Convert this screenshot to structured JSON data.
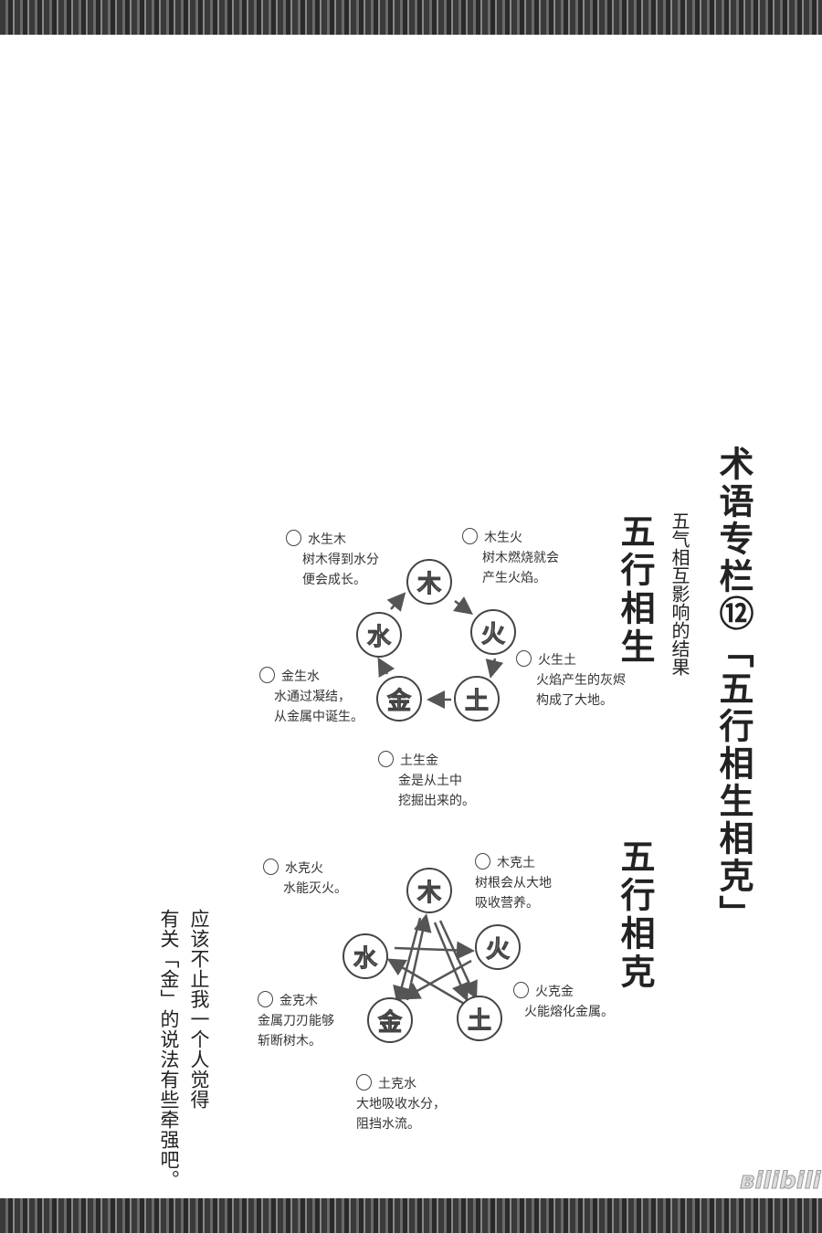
{
  "title": "术语专栏⑫「五行相生相克」",
  "subtitle": "五气相互影响的结果",
  "sheng": {
    "heading": "五行相生",
    "elements": {
      "wood": "木",
      "fire": "火",
      "earth": "土",
      "metal": "金",
      "water": "水"
    },
    "notes": [
      {
        "head": "水生木",
        "body": [
          "树木得到水分",
          "便会成长。"
        ]
      },
      {
        "head": "木生火",
        "body": [
          "树木燃烧就会",
          "产生火焰。"
        ]
      },
      {
        "head": "火生土",
        "body": [
          "火焰产生的灰烬",
          "构成了大地。"
        ]
      },
      {
        "head": "金生水",
        "body": [
          "水通过凝结，",
          "从金属中诞生。"
        ]
      },
      {
        "head": "土生金",
        "body": [
          "金是从土中",
          "挖掘出来的。"
        ]
      }
    ]
  },
  "ke": {
    "heading": "五行相克",
    "elements": {
      "wood": "木",
      "fire": "火",
      "earth": "土",
      "metal": "金",
      "water": "水"
    },
    "notes": [
      {
        "head": "水克火",
        "body": [
          "水能灭火。"
        ]
      },
      {
        "head": "木克土",
        "body": [
          "树根会从大地",
          "吸收营养。"
        ]
      },
      {
        "head": "火克金",
        "body": [
          "火能熔化金属。"
        ]
      },
      {
        "head": "金克木",
        "body": [
          "金属刀刃能够",
          "斩断树木。"
        ]
      },
      {
        "head": "土克水",
        "body": [
          "大地吸收水分，",
          "阻挡水流。"
        ]
      }
    ]
  },
  "side_note": [
    "应该不止我一个人觉得",
    "有关「金」的说法有些牵强吧。"
  ],
  "logo": "bilibili"
}
